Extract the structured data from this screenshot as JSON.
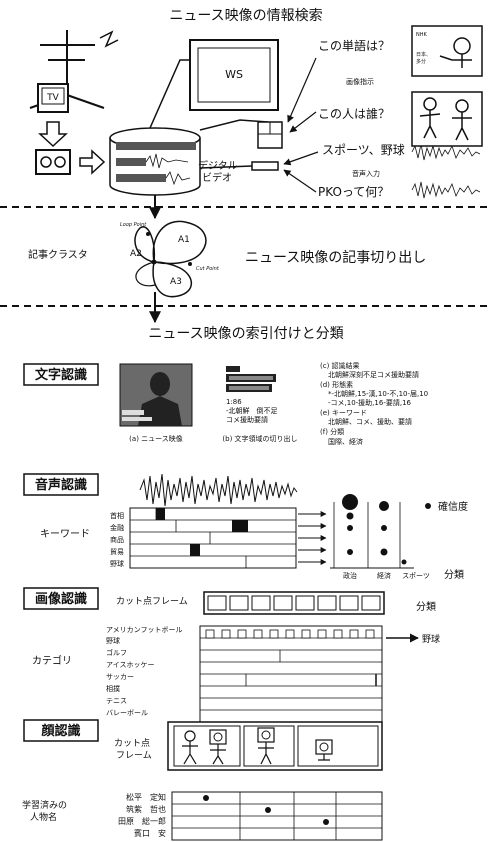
{
  "title": "ニュース映像の情報検索",
  "top": {
    "tv": "TV",
    "ws": "WS",
    "queries": [
      "この単語は？",
      "この人は誰？",
      "スポーツ、野球",
      "PKOって何？"
    ],
    "image_instruction": "画像指示",
    "voice_input": "音声入力",
    "digital_video": [
      "デジタル",
      "ビデオ"
    ],
    "nhk": "NHK",
    "small_caption": [
      "日本、",
      "多分"
    ]
  },
  "cluster": {
    "label": "記事クラスタ",
    "title": "ニュース映像の記事切り出し",
    "loop_point": "Loop Point",
    "cut_point": "Cut Point",
    "regions": [
      "A1",
      "A2",
      "A3"
    ]
  },
  "indexing_title": "ニュース映像の索引付けと分類",
  "char": {
    "label": "文字認識",
    "caption_a": "(a) ニュース映像",
    "caption_b": "(b) 文字領域の切り出し",
    "extract_lines": [
      "1:86",
      "-北朝鮮　倒不足",
      "コメ援助要請"
    ],
    "results": [
      "(c) 認識結果",
      "北朝鮮深刻不足コメ援助要請",
      "(d) 形態素",
      "*-北朝鮮,15-漢,10-不,10-届,10",
      "-コメ,10-援助,16-要請,16",
      "(e) キーワード",
      "北朝鮮、コメ、援助、要請",
      "(f) 分類",
      "国際、経済"
    ]
  },
  "voice": {
    "label": "音声認識",
    "keyword_label": "キーワード",
    "rows": [
      "首相",
      "金融",
      "商品",
      "貿易",
      "野球"
    ],
    "confidence": "確信度",
    "categories": [
      "政治",
      "経済",
      "スポーツ"
    ],
    "classification": "分類"
  },
  "image": {
    "label": "画像認識",
    "cut_frame": "カット点フレーム",
    "category_label": "カテゴリ",
    "classification": "分類",
    "rows": [
      "アメリカンフットボール",
      "野球",
      "ゴルフ",
      "アイスホッケー",
      "サッカー",
      "相撲",
      "テニス",
      "バレーボール"
    ],
    "result": "野球"
  },
  "face": {
    "label": "顔認識",
    "cut_frame": [
      "カット点",
      "フレーム"
    ],
    "learned": [
      "学習済みの",
      "人物名"
    ],
    "names": [
      "松平　定知",
      "筑紫　哲也",
      "田原　総一郎",
      "賓口　安"
    ]
  }
}
